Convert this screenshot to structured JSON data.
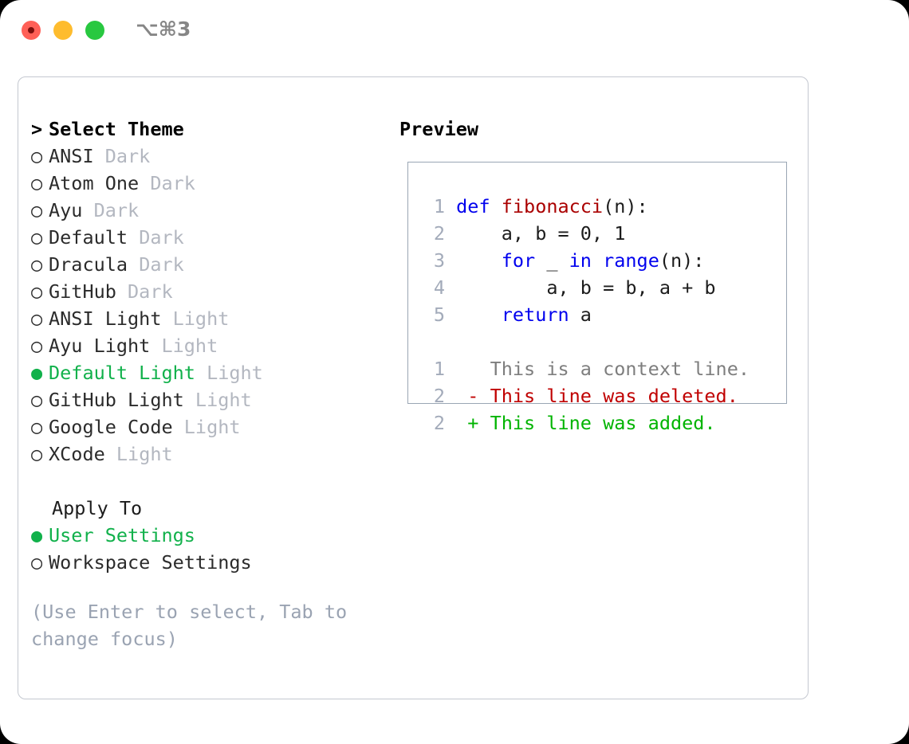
{
  "window": {
    "shortcut_label": "⌥⌘3",
    "traffic_lights": [
      {
        "name": "close",
        "color": "#ff6057"
      },
      {
        "name": "minimize",
        "color": "#febc2e"
      },
      {
        "name": "maximize",
        "color": "#28c840"
      }
    ]
  },
  "theme_picker": {
    "heading": "Select Theme",
    "heading_prefix": ">",
    "bullet_unselected": "○",
    "bullet_selected": "●",
    "selected_color": "#11b14b",
    "tag_color": "#b3b7c0",
    "items": [
      {
        "label": "ANSI",
        "tag": "Dark",
        "selected": false
      },
      {
        "label": "Atom One",
        "tag": "Dark",
        "selected": false
      },
      {
        "label": "Ayu",
        "tag": "Dark",
        "selected": false
      },
      {
        "label": "Default",
        "tag": "Dark",
        "selected": false
      },
      {
        "label": "Dracula",
        "tag": "Dark",
        "selected": false
      },
      {
        "label": "GitHub",
        "tag": "Dark",
        "selected": false
      },
      {
        "label": "ANSI Light",
        "tag": "Light",
        "selected": false
      },
      {
        "label": "Ayu Light",
        "tag": "Light",
        "selected": false
      },
      {
        "label": "Default Light",
        "tag": "Light",
        "selected": true
      },
      {
        "label": "GitHub Light",
        "tag": "Light",
        "selected": false
      },
      {
        "label": "Google Code",
        "tag": "Light",
        "selected": false
      },
      {
        "label": "XCode",
        "tag": "Light",
        "selected": false
      }
    ]
  },
  "apply_to": {
    "heading": "Apply To",
    "options": [
      {
        "label": "User Settings",
        "selected": true
      },
      {
        "label": "Workspace Settings",
        "selected": false
      }
    ]
  },
  "help": {
    "text": "(Use Enter to select, Tab to change focus)"
  },
  "preview": {
    "title": "Preview",
    "code_lines": [
      {
        "num": "1",
        "tokens": [
          {
            "t": "def ",
            "c": "kw"
          },
          {
            "t": "fibonacci",
            "c": "fn"
          },
          {
            "t": "(n):",
            "c": "pl"
          }
        ]
      },
      {
        "num": "2",
        "tokens": [
          {
            "t": "    a, b = 0, 1",
            "c": "pl"
          }
        ]
      },
      {
        "num": "3",
        "tokens": [
          {
            "t": "    ",
            "c": "pl"
          },
          {
            "t": "for",
            "c": "kw"
          },
          {
            "t": " _ ",
            "c": "pl"
          },
          {
            "t": "in",
            "c": "kw"
          },
          {
            "t": " ",
            "c": "pl"
          },
          {
            "t": "range",
            "c": "kw"
          },
          {
            "t": "(n):",
            "c": "pl"
          }
        ]
      },
      {
        "num": "4",
        "tokens": [
          {
            "t": "        a, b = b, a + b",
            "c": "pl"
          }
        ]
      },
      {
        "num": "5",
        "tokens": [
          {
            "t": "    ",
            "c": "pl"
          },
          {
            "t": "return",
            "c": "kw"
          },
          {
            "t": " a",
            "c": "pl"
          }
        ]
      }
    ],
    "diff_lines": [
      {
        "num": "1",
        "prefix": " ",
        "text": "This is a context line.",
        "kind": "ctx"
      },
      {
        "num": "2",
        "prefix": "-",
        "text": "This line was deleted.",
        "kind": "del"
      },
      {
        "num": "2",
        "prefix": "+",
        "text": "This line was added.",
        "kind": "add"
      }
    ]
  }
}
